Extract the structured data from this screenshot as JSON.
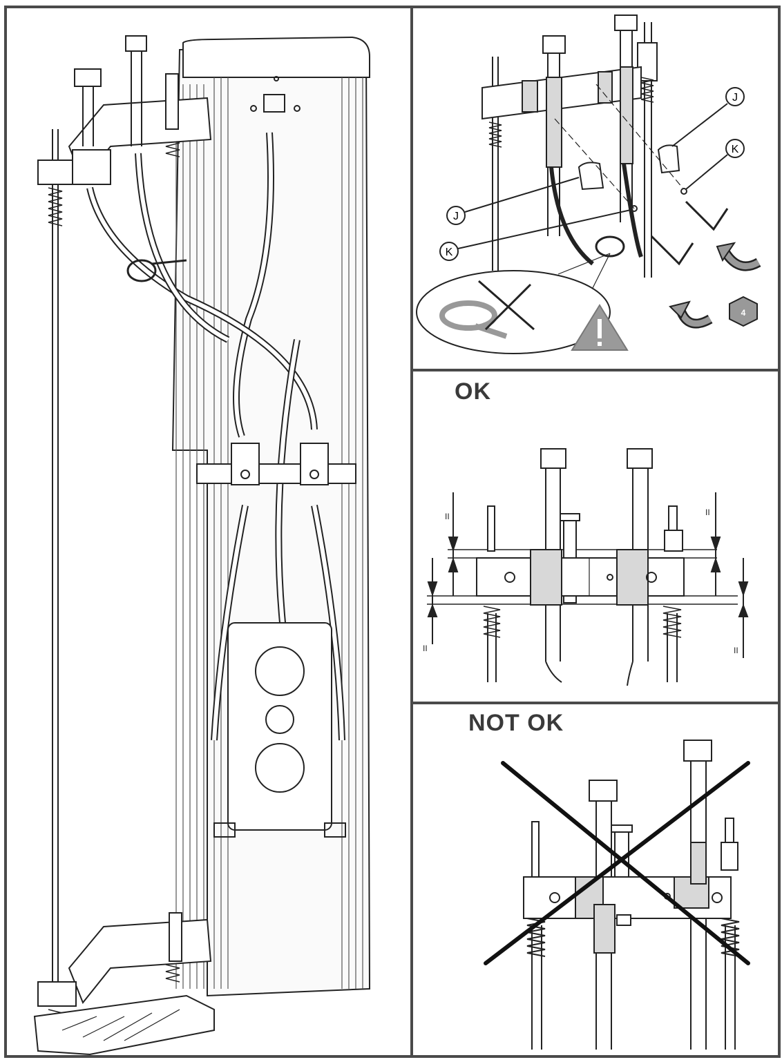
{
  "panels": {
    "ok": {
      "label": "OK"
    },
    "not_ok": {
      "label": "NOT OK"
    }
  },
  "callouts": {
    "j": "J",
    "k": "K"
  },
  "dimension_mark": "II",
  "hex_key_size": "4",
  "icons": [
    "warning-triangle-icon",
    "rotate-arrow-icon",
    "hex-key-icon",
    "cable-tie-icon",
    "cross-mark-icon"
  ],
  "colors": {
    "frame": "#4a4a4a",
    "line": "#222222",
    "foam": "#d8d8d8",
    "warning": "#9a9a9a"
  }
}
